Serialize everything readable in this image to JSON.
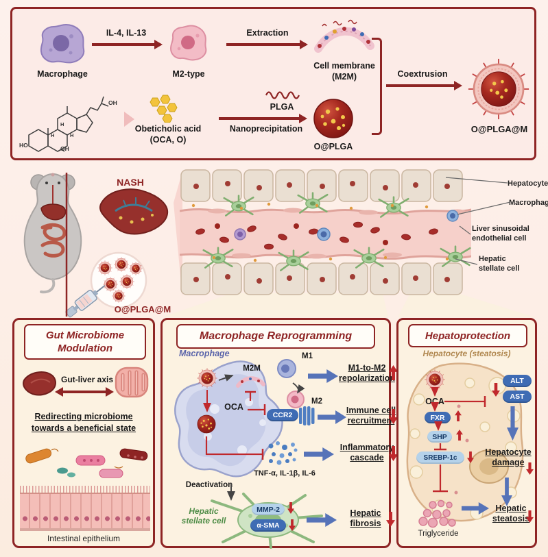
{
  "colors": {
    "dark_red": "#8e2424",
    "accent_red": "#c0282c",
    "blue_pill": "#3f6cb4",
    "light_blue_pill": "#b5d2ea",
    "fat_arrow_blue": "#5673b8",
    "green_label": "#4e8c46",
    "blue_label": "#5a64aa",
    "tan_label": "#b0874f",
    "panel_bg": "#fcf2e1",
    "top_panel_bg": "#fcebe7"
  },
  "synthesis": {
    "macrophage": "Macrophage",
    "il": "IL-4, IL-13",
    "m2type": "M2-type",
    "extraction": "Extraction",
    "membrane1": "Cell membrane",
    "membrane2": "(M2M)",
    "oca1": "Obeticholic acid",
    "oca2": "(OCA, O)",
    "plga": "PLGA",
    "nano": "Nanoprecipitation",
    "oplga": "O@PLGA",
    "coextrusion": "Coextrusion",
    "oplgam": "O@PLGA@M",
    "chem_oh1": "OH",
    "chem_ho": "HO",
    "chem_oh2": "OH",
    "chem_h1": "H",
    "chem_h2": "H",
    "chem_h3": "H"
  },
  "invivo": {
    "nash": "NASH",
    "oplgam": "O@PLGA@M",
    "hepatocyte": "Hepatocyte",
    "macrophage": "Macrophage",
    "lsec1": "Liver sinusoidal",
    "lsec2": "endothelial cell",
    "hsc1": "Hepatic",
    "hsc2": "stellate cell"
  },
  "gut": {
    "title1": "Gut Microbiome",
    "title2": "Modulation",
    "axis": "Gut-liver axis",
    "redirect1": "Redirecting microbiome",
    "redirect2": "towards a beneficial state",
    "epithelium": "Intestinal epithelium"
  },
  "repro": {
    "title": "Macrophage Reprogramming",
    "cell": "Macrophage",
    "m2m": "M2M",
    "m1": "M1",
    "m2": "M2",
    "out1a": "M1-to-M2",
    "out1b": "repolarization",
    "oca": "OCA",
    "ccr2": "CCR2",
    "out2a": "Immune cell",
    "out2b": "recruitment",
    "cytokines": "TNF-α, IL-1β, IL-6",
    "out3a": "Inflammatory",
    "out3b": "cascade",
    "deactivation": "Deactivation",
    "hsc1": "Hepatic",
    "hsc2": "stellate cell",
    "mmp2": "MMP-2",
    "asma": "α-SMA",
    "out4a": "Hepatic",
    "out4b": "fibrosis"
  },
  "hepato": {
    "title": "Hepatoprotection",
    "cell": "Hepatocyte (steatosis)",
    "oca": "OCA",
    "alt": "ALT",
    "ast": "AST",
    "fxr": "FXR",
    "shp": "SHP",
    "srebp": "SREBP-1c",
    "out1a": "Hepatocyte",
    "out1b": "damage",
    "tg": "Triglyceride",
    "out2a": "Hepatic",
    "out2b": "steatosis"
  }
}
